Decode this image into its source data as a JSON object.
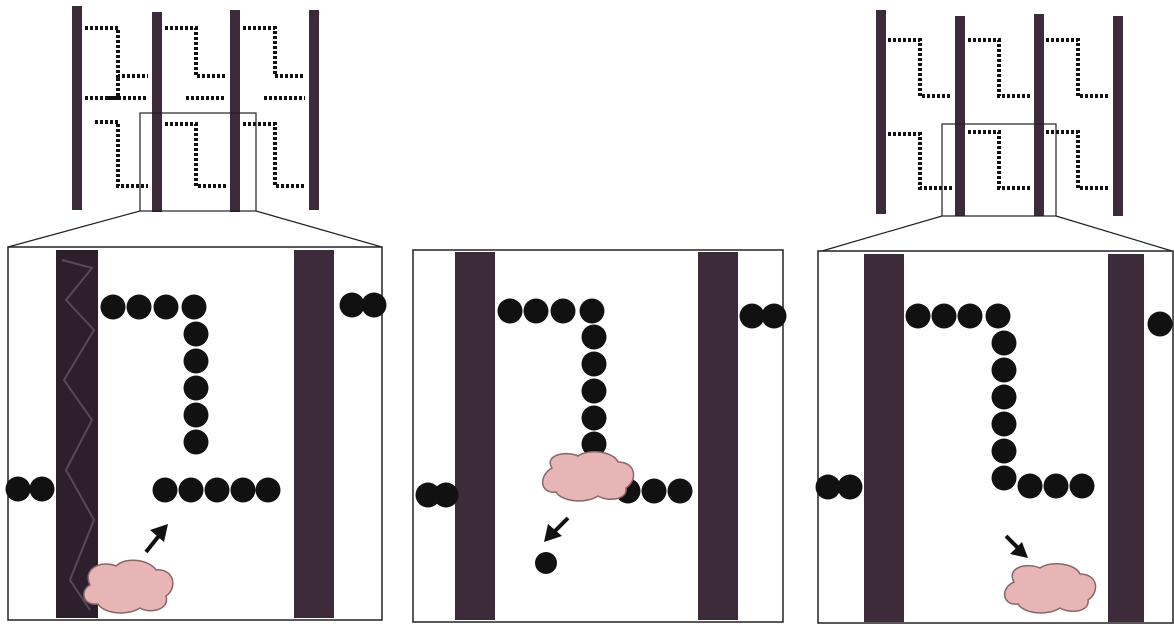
{
  "colors": {
    "background": "#ffffff",
    "membrane": "#3d2a3a",
    "chain_bead": "#111111",
    "enzyme": "#e7b5b5",
    "enzyme_outline": "#8a6666",
    "outline": "#222222",
    "arrow": "#111111"
  },
  "figure": {
    "overview_left": {
      "name": "overview-left"
    },
    "overview_right": {
      "name": "overview-right"
    },
    "panels": [
      {
        "name": "panel-1",
        "has_enzyme": true,
        "enzyme_position": "bottom-left",
        "arrow": "up-right",
        "free_bead": false
      },
      {
        "name": "panel-2",
        "has_enzyme": true,
        "enzyme_position": "on-chain-junction",
        "arrow": "down-left",
        "free_bead": true
      },
      {
        "name": "panel-3",
        "has_enzyme": true,
        "enzyme_position": "bottom-right",
        "arrow": "down-right",
        "free_bead": false
      }
    ]
  }
}
